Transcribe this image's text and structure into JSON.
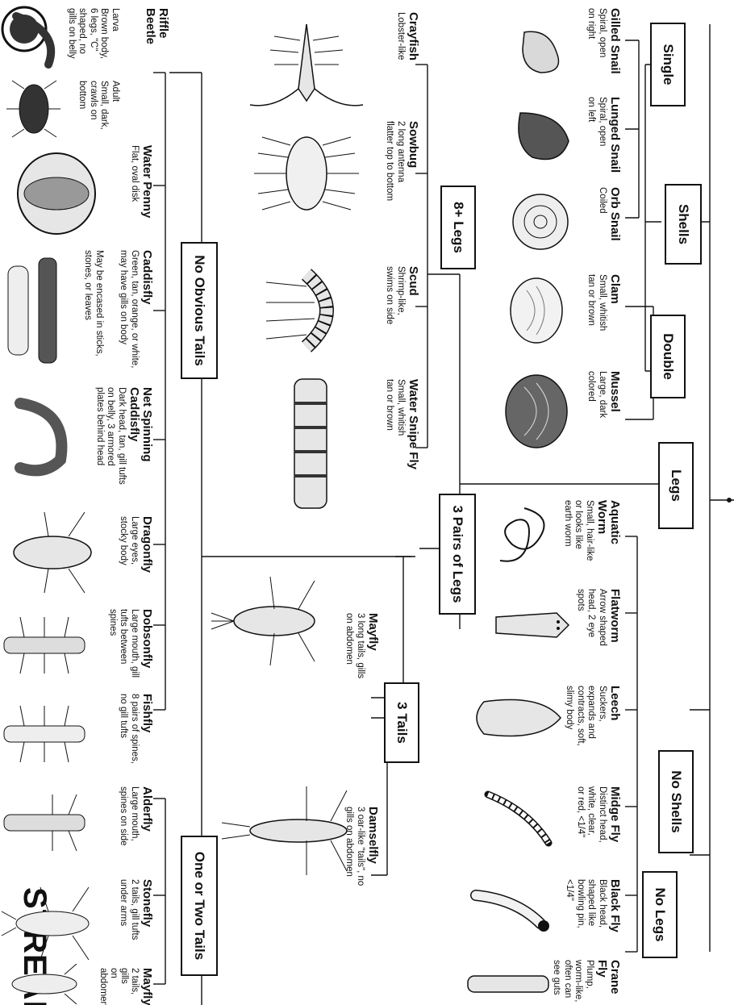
{
  "brand": {
    "text": "STREAMS"
  },
  "categories": {
    "shells": "Shells",
    "single": "Single",
    "double": "Double",
    "legs": "Legs",
    "no_shells": "No Shells",
    "no_legs": "No Legs",
    "eight_legs": "8+ Legs",
    "three_pairs": "3 Pairs of Legs",
    "three_tails": "3 Tails",
    "no_obvious_tails": "No Obvious Tails",
    "one_or_two_tails": "One or Two Tails"
  },
  "organisms": {
    "gilled_snail": {
      "name": "Gilled Snail",
      "desc": [
        "Spiral, open",
        "on right"
      ]
    },
    "lunged_snail": {
      "name": "Lunged Snail",
      "desc": [
        "Spiral, open",
        "on left"
      ]
    },
    "orb_snail": {
      "name": "Orb Snail",
      "desc": [
        "Coiled"
      ]
    },
    "clam": {
      "name": "Clam",
      "desc": [
        "Small, whitish",
        "tan or brown"
      ]
    },
    "mussel": {
      "name": "Mussel",
      "desc": [
        "Large, dark",
        "colored"
      ]
    },
    "aquatic_worm": {
      "name": "Aquatic Worm",
      "desc": [
        "Small, hair-like",
        "or looks like",
        "earth worm"
      ]
    },
    "flatworm": {
      "name": "Flatworm",
      "desc": [
        "Arrow shaped",
        "head, 2 eye",
        "spots"
      ]
    },
    "leech": {
      "name": "Leech",
      "desc": [
        "Suckers,",
        "expands and",
        "contracts, soft,",
        "slimy body"
      ]
    },
    "midge_fly": {
      "name": "Midge Fly",
      "desc": [
        "Distinct head,",
        "white, clear,",
        "or red, <1/4\""
      ]
    },
    "black_fly": {
      "name": "Black Fly",
      "desc": [
        "Black head,",
        "shaped like",
        "bowling pin,",
        "<1/4\""
      ]
    },
    "crane_fly": {
      "name": "Crane Fly",
      "desc": [
        "Plump,",
        "worm-like,",
        "often can",
        "see guts"
      ]
    },
    "crayfish": {
      "name": "Crayfish",
      "desc": [
        "Lobster-like"
      ]
    },
    "sowbug": {
      "name": "Sowbug",
      "desc": [
        "2 long antenna",
        "flatter top to bottom"
      ]
    },
    "scud": {
      "name": "Scud",
      "desc": [
        "Shrimp-like,",
        "swims on side"
      ]
    },
    "water_snipe_fly": {
      "name": "Water Snipe Fly",
      "desc": [
        "Small, whitish",
        "tan or brown"
      ]
    },
    "mayfly_3": {
      "name": "Mayfly",
      "desc": [
        "3 long tails, gills",
        "on abdomen"
      ]
    },
    "damselfly": {
      "name": "Damselfly",
      "desc": [
        "3 oar-like \"tails\", no",
        "gills on abdomen"
      ]
    },
    "riffle_beetle": {
      "name": "Riffle Beetle"
    },
    "riffle_larva": {
      "desc": [
        "Larva",
        "Brown body,",
        "6 legs, \"C\"",
        "shaped, no",
        "gills on belly"
      ]
    },
    "riffle_adult": {
      "desc": [
        "Adult",
        "Small, dark,",
        "crawls on",
        "bottom"
      ]
    },
    "water_penny": {
      "name": "Water Penny",
      "desc": [
        "Flat, oval disk"
      ]
    },
    "caddisfly": {
      "name": "Caddisfly",
      "desc": [
        "Green, tan, orange, or white,",
        "may have gills on body"
      ]
    },
    "caddisfly_case": {
      "desc": [
        "May be encased in sticks,",
        "stones, or leaves"
      ]
    },
    "net_spinning": {
      "name": "Net Spinning",
      "name2": "Caddisfly",
      "desc": [
        "Dark head, tan, gill tufts",
        "on belly, 3 armored",
        "plates behind head"
      ]
    },
    "dragonfly": {
      "name": "Dragonfly",
      "desc": [
        "Large eyes,",
        "stocky body"
      ]
    },
    "dobsonfly": {
      "name": "Dobsonfly",
      "desc": [
        "Large mouth, gill",
        "tufts between",
        "spines"
      ]
    },
    "fishfly": {
      "name": "Fishfly",
      "desc": [
        "8 pairs of spines,",
        "no gill tufts"
      ]
    },
    "alderfly": {
      "name": "Alderfly",
      "desc": [
        "Large mouth,",
        "spines on side"
      ]
    },
    "stonefly": {
      "name": "Stonefly",
      "desc": [
        "2 tails, gill tufts",
        "under arms"
      ]
    },
    "mayfly_2": {
      "name": "Mayfly",
      "desc": [
        "2 tails, gills",
        "on abdomen"
      ]
    }
  },
  "colors": {
    "ink": "#111111",
    "fill": "#d9d9d9",
    "paper": "#ffffff"
  },
  "icons": [
    "seal-logo-icon",
    "snail-icon",
    "clam-icon",
    "worm-icon",
    "larva-icon",
    "crustacean-icon",
    "insect-nymph-icon",
    "beetle-icon"
  ]
}
